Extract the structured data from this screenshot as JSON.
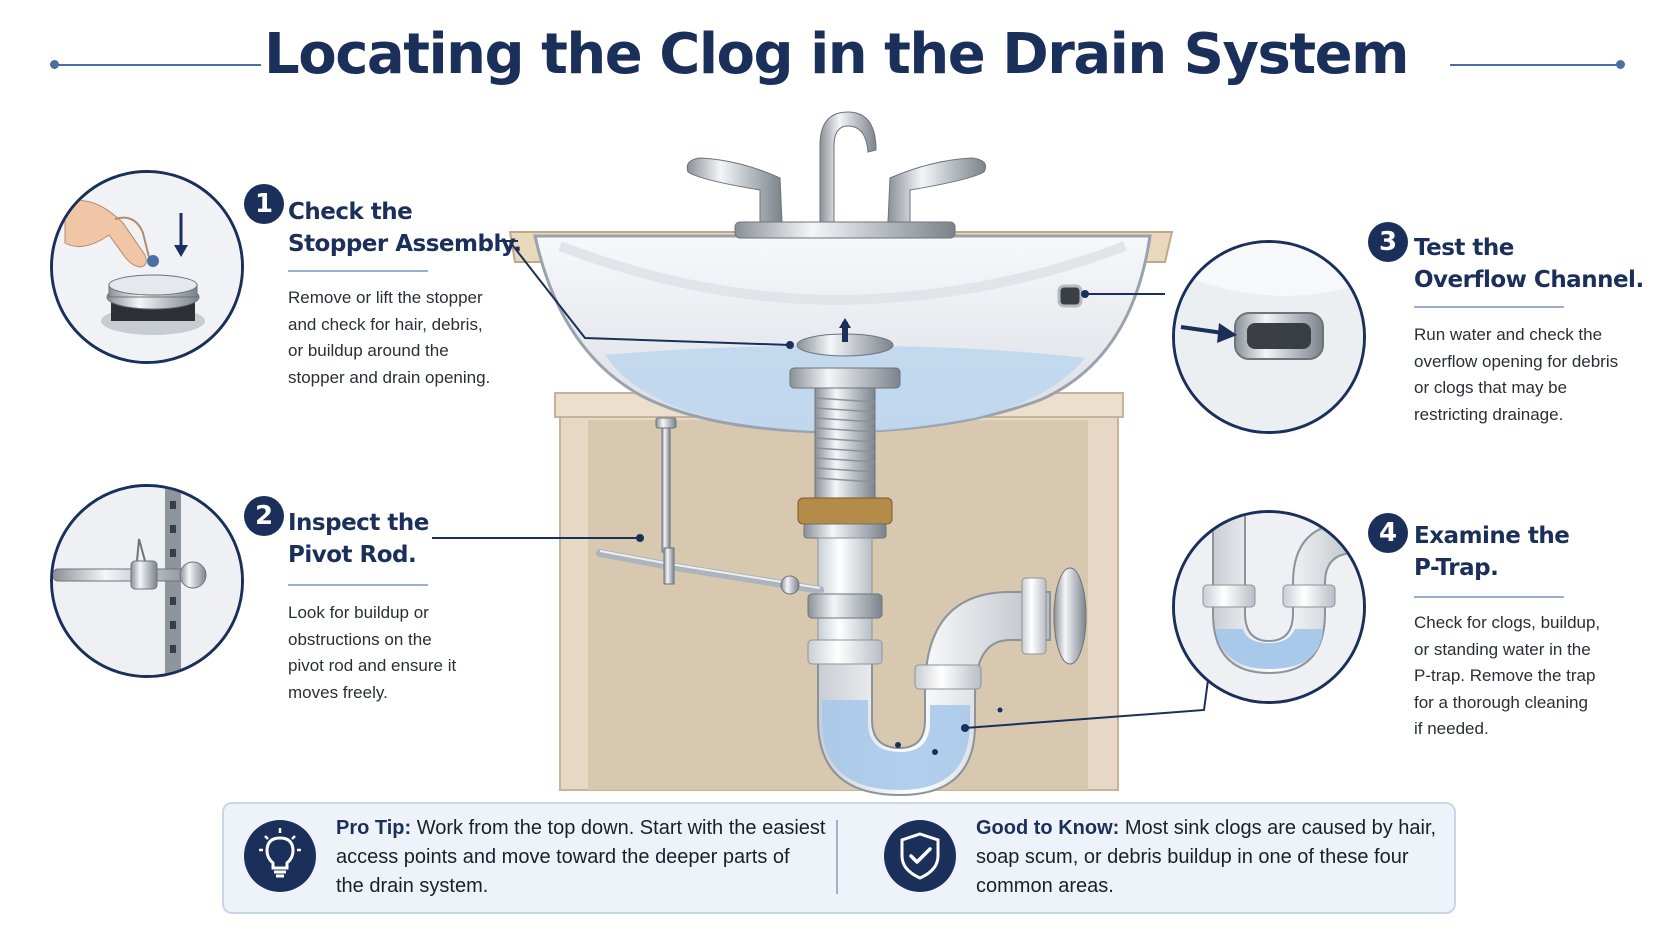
{
  "title": "Locating the Clog in the Drain System",
  "colors": {
    "navy": "#1a2f5a",
    "accent": "#4a6fa5",
    "water": "#b9d4ee",
    "cabinet": "#e4d6c2"
  },
  "steps": [
    {
      "number": "1",
      "title_line1": "Check the",
      "title_line2": "Stopper Assembly.",
      "body": [
        "Remove or lift the stopper",
        "and check for hair, debris,",
        "or buildup around the",
        "stopper and drain opening."
      ],
      "icon": "stopper-icon"
    },
    {
      "number": "2",
      "title_line1": "Inspect the",
      "title_line2": "Pivot Rod.",
      "body": [
        "Look for buildup or",
        "obstructions on the",
        "pivot rod and ensure it",
        "moves freely."
      ],
      "icon": "pivot-rod-icon"
    },
    {
      "number": "3",
      "title_line1": "Test the",
      "title_line2": "Overflow Channel.",
      "body": [
        "Run water and check the",
        "overflow opening for debris",
        "or clogs that may be",
        "restricting drainage."
      ],
      "icon": "overflow-icon"
    },
    {
      "number": "4",
      "title_line1": "Examine the",
      "title_line2": "P-Trap.",
      "body": [
        "Check for clogs, buildup,",
        "or standing water in the",
        "P-trap. Remove the trap",
        "for a thorough cleaning",
        "if needed."
      ],
      "icon": "p-trap-icon"
    }
  ],
  "tips": {
    "pro_label": "Pro Tip:",
    "pro_lines": [
      " Work from the top down. Start with the easiest",
      "access points and move toward the deeper parts of",
      "the drain system."
    ],
    "know_label": "Good to Know:",
    "know_lines": [
      " Most sink clogs are caused by hair,",
      "soap scum, or debris buildup in one of these four",
      "common areas."
    ],
    "pro_icon": "lightbulb-icon",
    "know_icon": "shield-check-icon"
  }
}
